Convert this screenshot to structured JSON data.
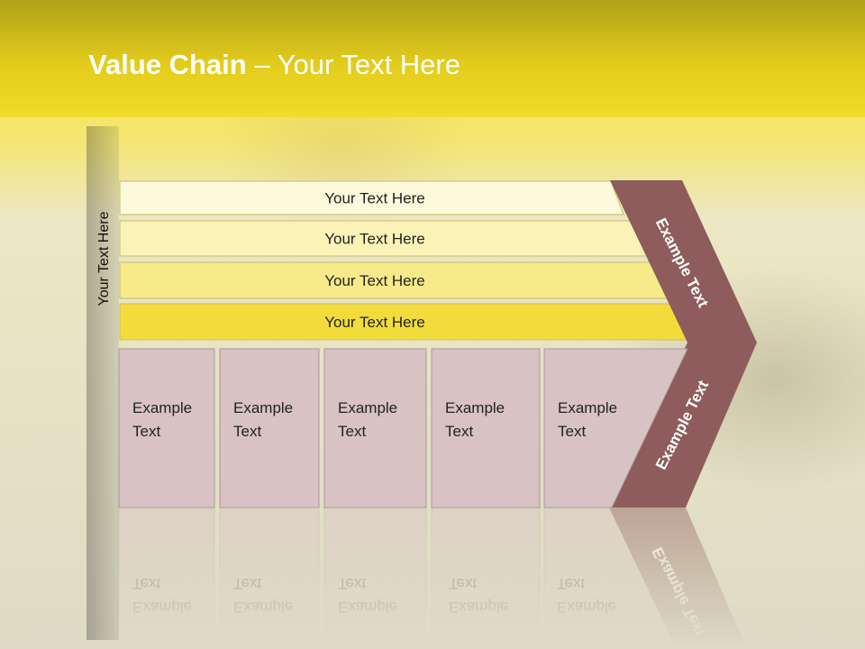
{
  "title": {
    "bold": "Value Chain",
    "rest": " – Your Text Here"
  },
  "side_label": "Your Text Here",
  "bars": [
    {
      "label": "Your Text Here",
      "color": "#fdf9dc"
    },
    {
      "label": "Your Text Here",
      "color": "#fbf2b7"
    },
    {
      "label": "Your Text Here",
      "color": "#f7ea8a"
    },
    {
      "label": "Your Text Here",
      "color": "#f2dc3c"
    }
  ],
  "boxes": [
    {
      "line1": "Example",
      "line2": "Text"
    },
    {
      "line1": "Example",
      "line2": "Text"
    },
    {
      "line1": "Example",
      "line2": "Text"
    },
    {
      "line1": "Example",
      "line2": "Text"
    },
    {
      "line1": "Example",
      "line2": "Text"
    }
  ],
  "chevron": {
    "upper": "Example Text",
    "lower": "Example Text",
    "color": "#8e5c5c"
  },
  "box_color": "#d8c2c4"
}
